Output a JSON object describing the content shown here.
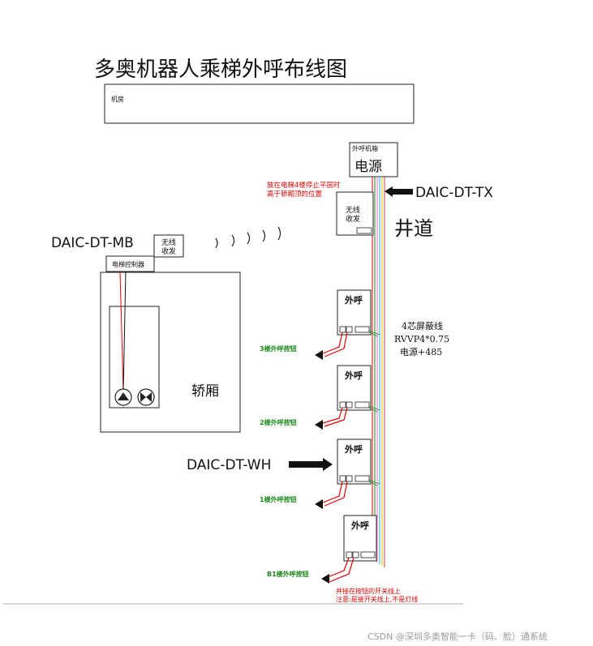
{
  "title": "多奥机器人乘梯外呼布线图",
  "machine_room": "机房",
  "power_box": {
    "header": "外呼机箱",
    "label": "电源"
  },
  "tx_note_line1": "放在电梯4楼停止平层时",
  "tx_note_line2": "高于轿厢顶的位置",
  "tx_model": "DAIC-DT-TX",
  "tx_box": "无线收发",
  "shaft": "井道",
  "mb_model": "DAIC-DT-MB",
  "mb_box": "无线收发",
  "elevator_controller": "电梯控制器",
  "car": "轿厢",
  "cable_line1": "4芯屏蔽线",
  "cable_line2": "RVVP4*0.75",
  "cable_line3": "电源+485",
  "wh_model": "DAIC-DT-WH",
  "call_unit_label": "外呼",
  "floor_labels": [
    "3楼外呼按钮",
    "2楼外呼按钮",
    "1楼外呼按钮",
    "B1楼外呼按钮"
  ],
  "bottom_note_line1": "并接在按钮的开关线上",
  "bottom_note_line2": "注意:是接开关线上,不是灯线",
  "watermark": "CSDN @深圳多奥智能一卡（码、脸）通系统",
  "colors": {
    "red": "#e00000",
    "green": "#1a8a1a",
    "cyan": "#00b4e6",
    "pink": "#ff66cc"
  }
}
